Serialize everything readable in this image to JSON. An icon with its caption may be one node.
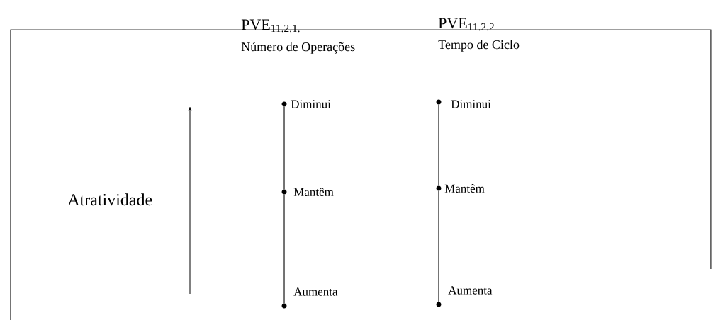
{
  "diagram": {
    "nodes": [
      {
        "text": [],
        "shape": "circle",
        "beside": [
          "Diminui"
        ]
      },
      {
        "text": [],
        "shape": "circle",
        "beside": [
          "Mantêm"
        ]
      },
      {
        "text": [],
        "shape": "circle",
        "beside": [
          "Aumenta"
        ]
      },
      {
        "text": [],
        "shape": "circle",
        "beside": [
          "Diminui"
        ]
      },
      {
        "text": [],
        "shape": "circle",
        "beside": [
          "Mantêm"
        ]
      },
      {
        "text": [],
        "shape": "circle",
        "beside": [
          "Aumenta"
        ]
      }
    ],
    "edges": [
      {
        "from": 0,
        "to": 1,
        "arrow": "none"
      },
      {
        "from": 1,
        "to": 2,
        "arrow": "none"
      },
      {
        "from": 3,
        "to": 4,
        "arrow": "none"
      },
      {
        "from": 4,
        "to": 5,
        "arrow": "none"
      }
    ],
    "labels": [
      "PVE$_{11.2.1.}$",
      "Número de Operações",
      "PVE$_{11.2.2}$",
      "Tempo de Ciclo",
      "Atratividade"
    ]
  }
}
